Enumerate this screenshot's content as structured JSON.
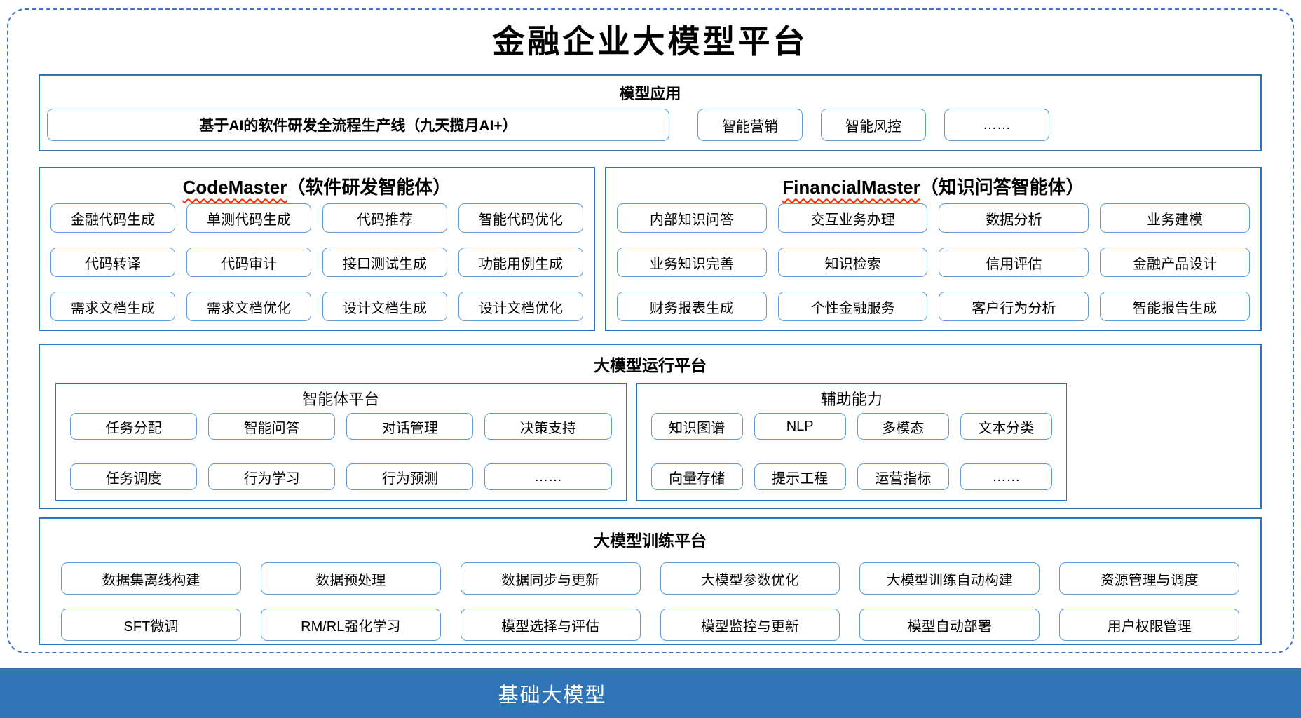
{
  "title": "金融企业大模型平台",
  "colors": {
    "section_border": "#2E74B6",
    "pill_border": "#5B9BD5",
    "dashed_border": "#4472C4",
    "foundation_bar": "#2E74B6",
    "squiggle": "#FF2A00"
  },
  "model_app": {
    "header": "模型应用",
    "main_box": "基于AI的软件研发全流程生产线（九天揽月AI+）",
    "boxes": [
      "智能营销",
      "智能风控",
      "……"
    ]
  },
  "agents": [
    {
      "name": "CodeMaster",
      "suffix": "（软件研发智能体）",
      "items": [
        "金融代码生成",
        "单测代码生成",
        "代码推荐",
        "智能代码优化",
        "代码转译",
        "代码审计",
        "接口测试生成",
        "功能用例生成",
        "需求文档生成",
        "需求文档优化",
        "设计文档生成",
        "设计文档优化"
      ]
    },
    {
      "name": "FinancialMaster",
      "suffix": "（知识问答智能体）",
      "items": [
        "内部知识问答",
        "交互业务办理",
        "数据分析",
        "业务建模",
        "业务知识完善",
        "知识检索",
        "信用评估",
        "金融产品设计",
        "财务报表生成",
        "个性金融服务",
        "客户行为分析",
        "智能报告生成"
      ]
    }
  ],
  "runtime": {
    "header": "大模型运行平台",
    "groups": [
      {
        "name": "智能体平台",
        "items": [
          "任务分配",
          "智能问答",
          "对话管理",
          "决策支持",
          "任务调度",
          "行为学习",
          "行为预测",
          "……"
        ]
      },
      {
        "name": "辅助能力",
        "items": [
          "知识图谱",
          "NLP",
          "多模态",
          "文本分类",
          "向量存储",
          "提示工程",
          "运营指标",
          "……"
        ]
      }
    ]
  },
  "training": {
    "header": "大模型训练平台",
    "items": [
      "数据集离线构建",
      "数据预处理",
      "数据同步与更新",
      "大模型参数优化",
      "大模型训练自动构建",
      "资源管理与调度",
      "SFT微调",
      "RM/RL强化学习",
      "模型选择与评估",
      "模型监控与更新",
      "模型自动部署",
      "用户权限管理"
    ]
  },
  "foundation": {
    "label": "基础大模型"
  }
}
